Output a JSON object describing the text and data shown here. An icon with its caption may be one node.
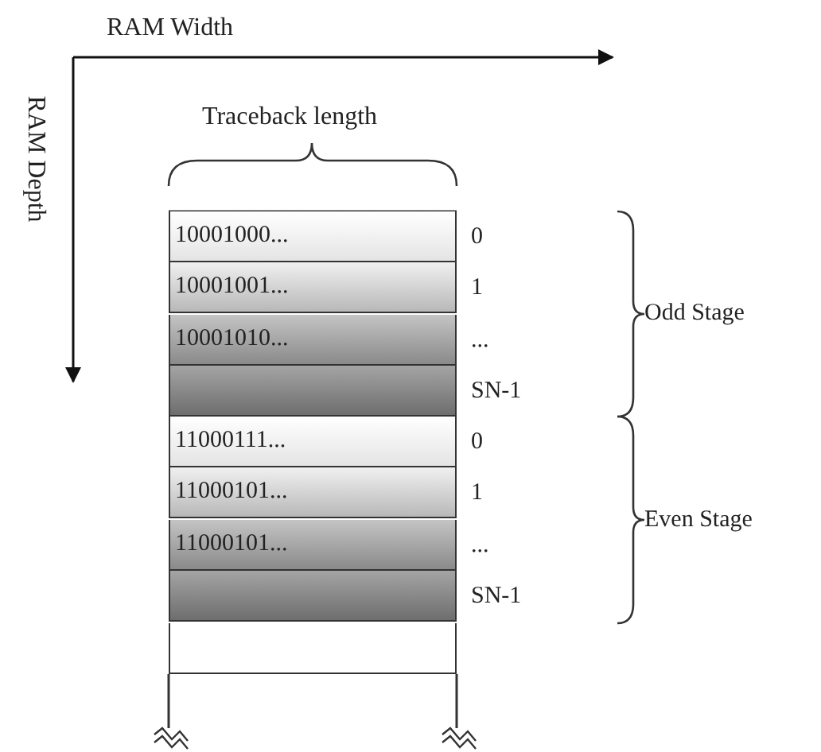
{
  "diagram": {
    "nodes": [
      {
        "text": [
          "10001000..."
        ],
        "beside": [
          "0"
        ]
      },
      {
        "text": [
          "10001001..."
        ],
        "beside": [
          "1"
        ]
      },
      {
        "text": [
          "10001010..."
        ],
        "beside": [
          "..."
        ]
      },
      {
        "text": [],
        "shape": "box",
        "beside": [
          "SN-1"
        ]
      },
      {
        "text": [
          "11000111..."
        ],
        "beside": [
          "0"
        ]
      },
      {
        "text": [
          "11000101..."
        ],
        "beside": [
          "1"
        ]
      },
      {
        "text": [
          "11000101..."
        ],
        "beside": [
          "..."
        ]
      },
      {
        "text": [],
        "shape": "box",
        "beside": [
          "SN-1"
        ]
      },
      {
        "text": [],
        "shape": "box"
      }
    ],
    "edges": [],
    "labels": [
      "RAM Width",
      "RAM Depth",
      "Traceback length",
      "Odd Stage",
      "Even Stage"
    ]
  }
}
